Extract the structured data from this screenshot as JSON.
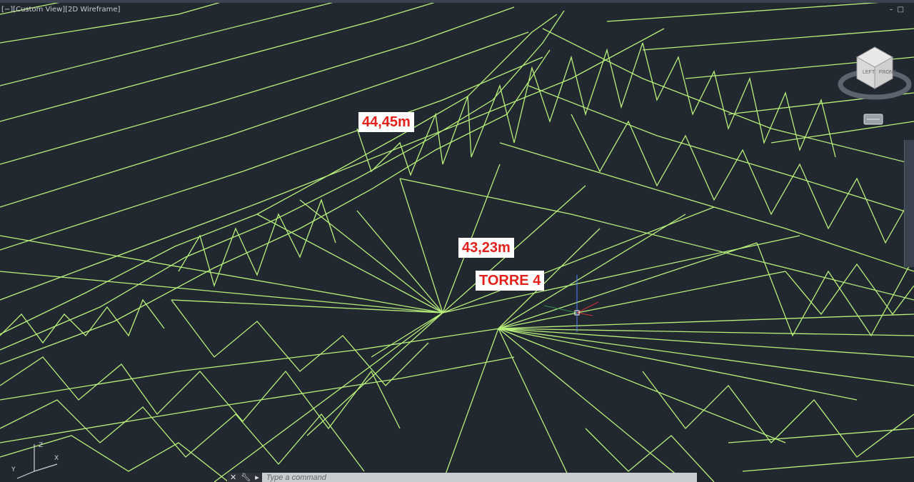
{
  "viewport": {
    "label": "[−][Custom View][2D Wireframe]",
    "window_controls": [
      "–",
      "□"
    ],
    "mesh_color": "#b9f07a",
    "background_color": "#212830"
  },
  "annotations": [
    {
      "text": "44,45m"
    },
    {
      "text": "43,23m"
    },
    {
      "text": "TORRE 4"
    }
  ],
  "viewcube": {
    "face_left": "LEFT",
    "face_front": "FRONT"
  },
  "command_line": {
    "placeholder": "Type a command",
    "icons": [
      "close-icon",
      "wrench-icon",
      "prompt-icon"
    ]
  },
  "ucs_icon": {
    "axes": [
      "X",
      "Y",
      "Z"
    ]
  }
}
